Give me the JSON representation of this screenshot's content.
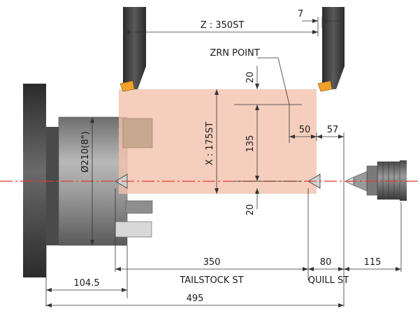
{
  "dimensions": {
    "z_stroke": "Z : 350ST",
    "tool_offset": "7",
    "zrn_point": "ZRN POINT",
    "top_gap": "20",
    "bottom_gap": "20",
    "center_height": "135",
    "x_stroke": "X : 175ST",
    "zrn_to_edge": "50",
    "edge_to_tool": "57",
    "chuck_diameter": "Ø210(8\")",
    "tailstock_stroke_value": "350",
    "tailstock_stroke_label": "TAILSTOCK ST",
    "quill_stroke_value": "80",
    "quill_stroke_label": "QUILL ST",
    "quill_extension": "115",
    "chuck_offset": "104.5",
    "overall_length": "495"
  },
  "colors": {
    "work_envelope": "#f2c2ae",
    "center_line": "#e23b2e",
    "chuck_dark": "#3a3a3a",
    "chuck_body": "#8c8c8c",
    "tool_insert": "#f2a12a"
  }
}
